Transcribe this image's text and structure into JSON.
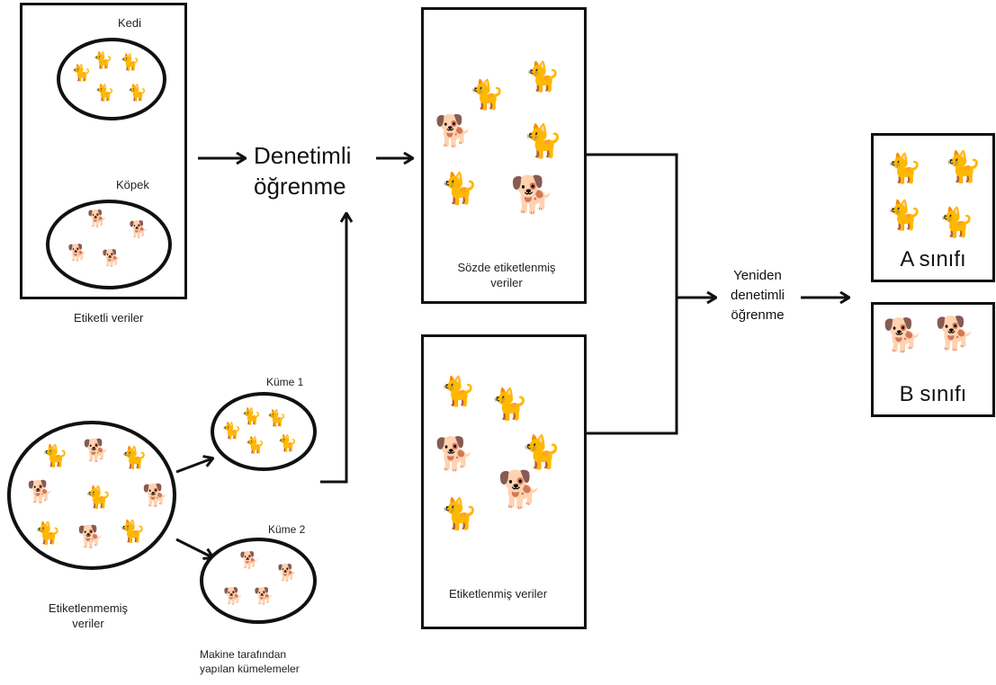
{
  "labels": {
    "kedi": "Kedi",
    "kopek": "Köpek",
    "etiketli_veriler": "Etiketli veriler",
    "denetimli_line1": "Denetimli",
    "denetimli_line2": "öğrenme",
    "sozde_line1": "Sözde etiketlenmiş",
    "sozde_line2": "veriler",
    "etiketlenmis_veriler": "Etiketlenmiş veriler",
    "kume1": "Küme 1",
    "kume2": "Küme 2",
    "etiketlenmemis_line1": "Etiketlenmemiş",
    "etiketlenmemis_line2": "veriler",
    "makine_line1": "Makine tarafından",
    "makine_line2": "yapılan kümelemeler",
    "yeniden_line1": "Yeniden",
    "yeniden_line2": "denetimli",
    "yeniden_line3": "öğrenme",
    "a_sinifi": "A sınıfı",
    "b_sinifi": "B sınıfı"
  },
  "icons": {
    "cat": "🐈",
    "dog": "🐕"
  }
}
